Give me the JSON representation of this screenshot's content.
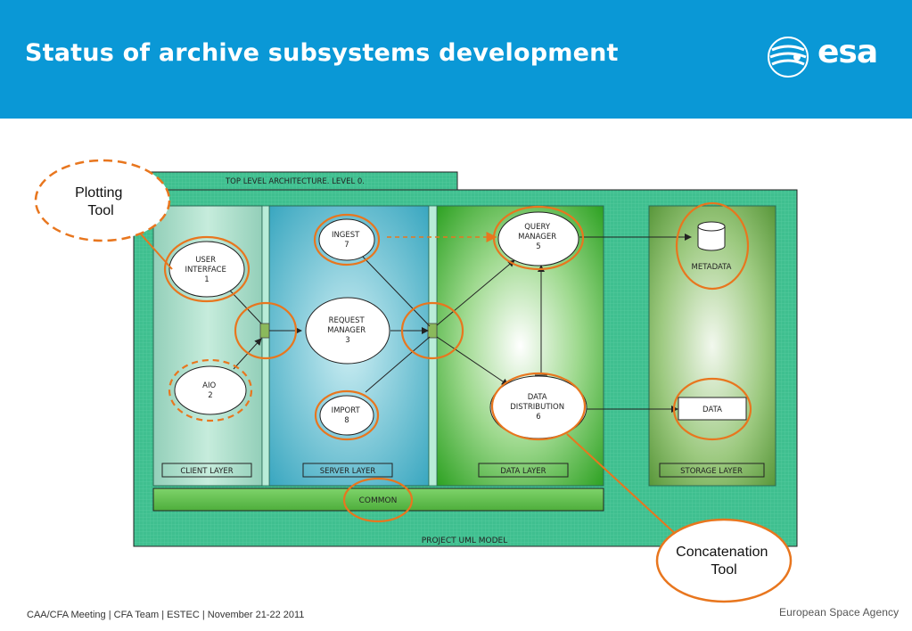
{
  "header": {
    "title": "Status of archive subsystems development",
    "logo_text": "esa"
  },
  "diagram": {
    "top_label": "TOP LEVEL ARCHITECTURE. LEVEL 0.",
    "model_label": "PROJECT UML MODEL",
    "common_label": "COMMON",
    "layers": {
      "client": "CLIENT LAYER",
      "server": "SERVER LAYER",
      "data": "DATA LAYER",
      "storage": "STORAGE LAYER"
    },
    "nodes": {
      "user_interface": [
        "USER",
        "INTERFACE",
        "1"
      ],
      "aio": [
        "AIO",
        "2"
      ],
      "ingest": [
        "INGEST",
        "7"
      ],
      "request_manager": [
        "REQUEST",
        "MANAGER",
        "3"
      ],
      "import": [
        "IMPORT",
        "8"
      ],
      "query_manager": [
        "QUERY",
        "MANAGER",
        "5"
      ],
      "data_distribution": [
        "DATA",
        "DISTRIBUTION",
        "6"
      ],
      "metadata": "METADATA",
      "data": "DATA"
    },
    "callouts": {
      "plotting": [
        "Plotting",
        "Tool"
      ],
      "concatenation": [
        "Concatenation",
        "Tool"
      ]
    },
    "colors": {
      "highlight": "#e8761e",
      "model_bg": "#3fbf8f",
      "client_layer": "#a8d9c6",
      "server_layer": "#5cb8cc",
      "data_layer": "#34a82a",
      "storage_layer": "#5a9e37"
    }
  },
  "footer": {
    "left": "CAA/CFA Meeting | CFA Team | ESTEC | November 21-22 2011",
    "right": "European Space Agency"
  }
}
